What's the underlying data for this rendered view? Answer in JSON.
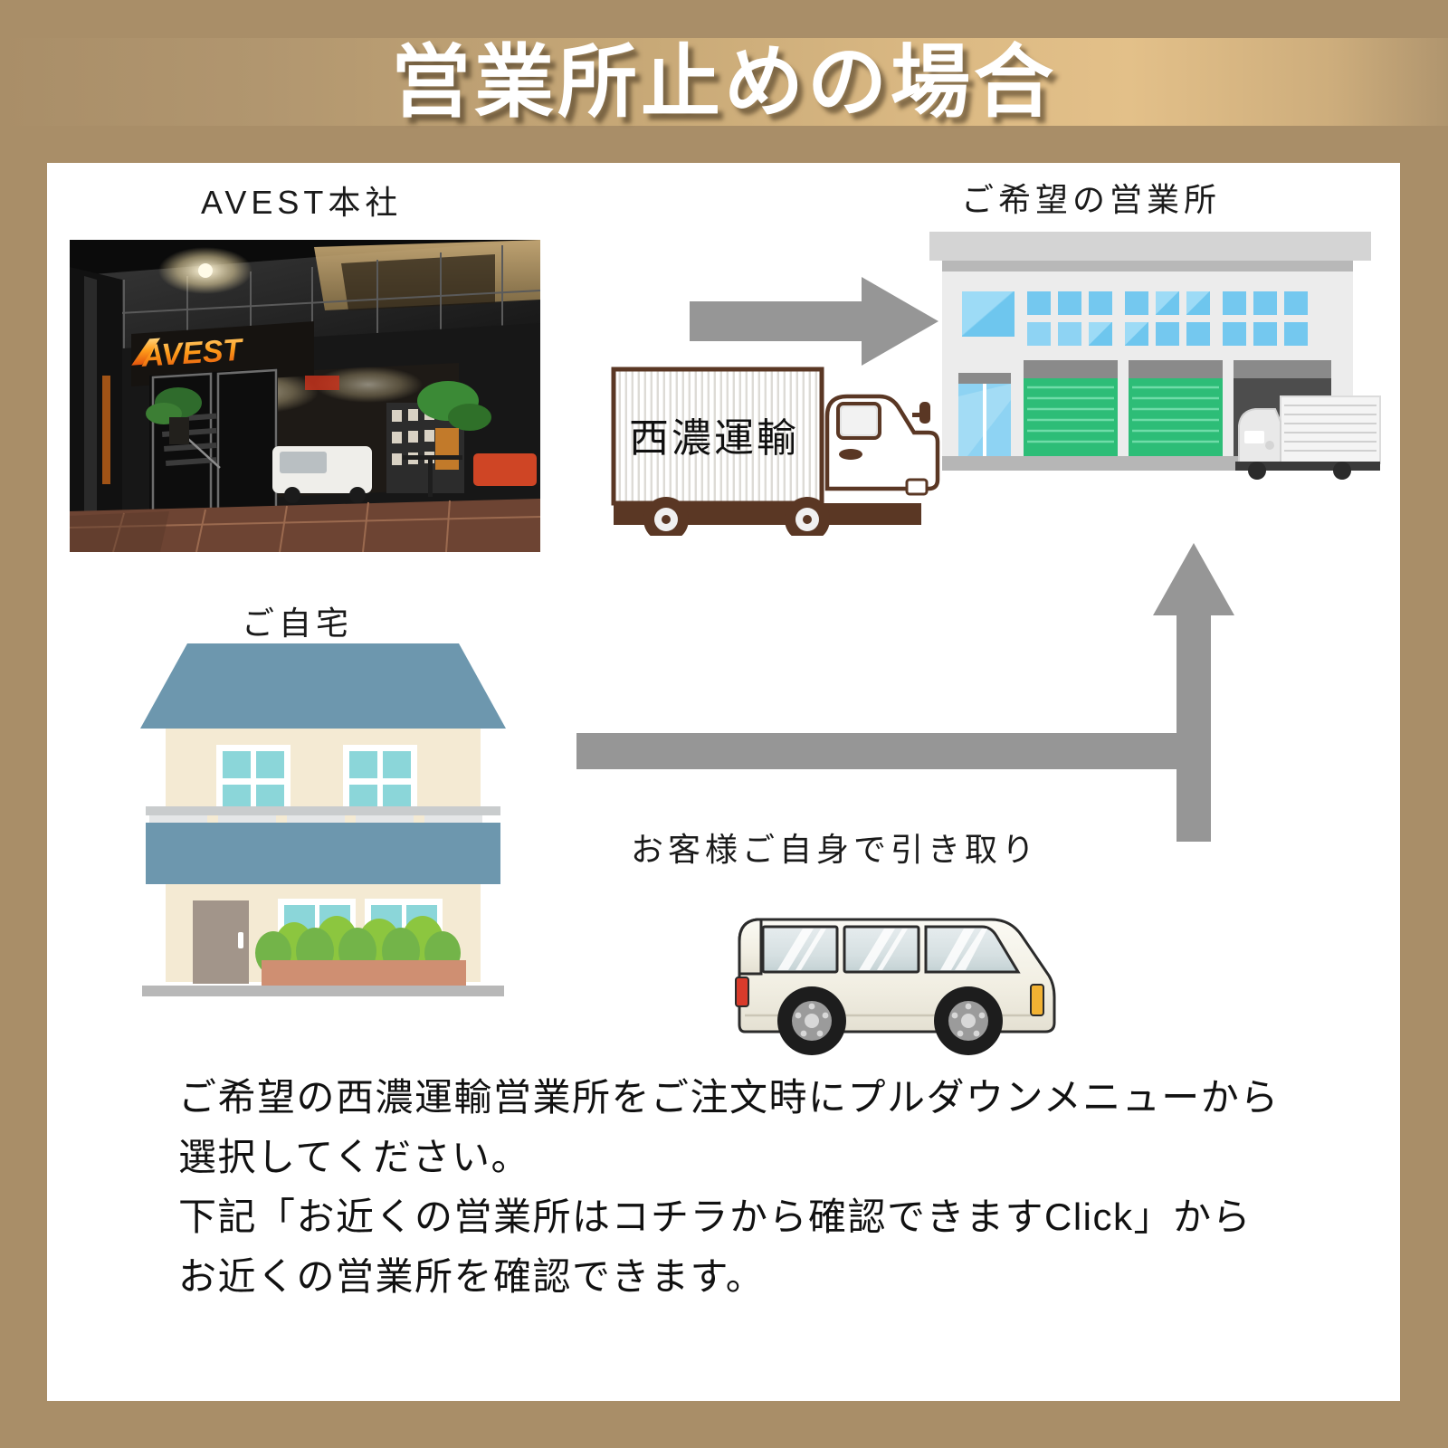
{
  "header": {
    "title": "営業所止めの場合",
    "band_gradient_from": "#a98e68",
    "band_gradient_to": "#e3c089"
  },
  "background_color": "#a98e68",
  "card": {
    "background_color": "#ffffff"
  },
  "labels": {
    "headquarters": "AVEST本社",
    "depot": "ご希望の営業所",
    "home": "ご自宅",
    "pickup": "お客様ご自身で引き取り"
  },
  "photo": {
    "name": "avest-headquarters-night-photo",
    "sign_text": "AVEST"
  },
  "truck": {
    "carrier_name": "西濃運輸",
    "body_color": "#5a3724"
  },
  "arrows": {
    "color": "#969696",
    "right_arrow_name": "shipping-arrow-right",
    "l_arrow_name": "self-pickup-arrow-up"
  },
  "depot_building": {
    "roof_color": "#d4d4d4",
    "wall_color": "#ececec",
    "window_color": "#74c8ef",
    "shutter_color": "#2dbd77",
    "bay_color": "#4d4d4d"
  },
  "house": {
    "roof_color": "#6d97ae",
    "wall_color": "#f4ead3",
    "window_color": "#8bd6d9",
    "door_color": "#a2958a",
    "planter_color": "#cf8f72",
    "bush_color_a": "#73b449",
    "bush_color_b": "#8cc63f"
  },
  "van": {
    "body_color": "#f4f1e6",
    "tail_light_color": "#d93b2b",
    "head_light_color": "#f2b233"
  },
  "note": {
    "line1": "ご希望の西濃運輸営業所をご注文時にプルダウンメニューから",
    "line2": "選択してください。",
    "line3": "下記「お近くの営業所はコチラから確認できますClick」から",
    "line4": "お近くの営業所を確認できます。"
  }
}
